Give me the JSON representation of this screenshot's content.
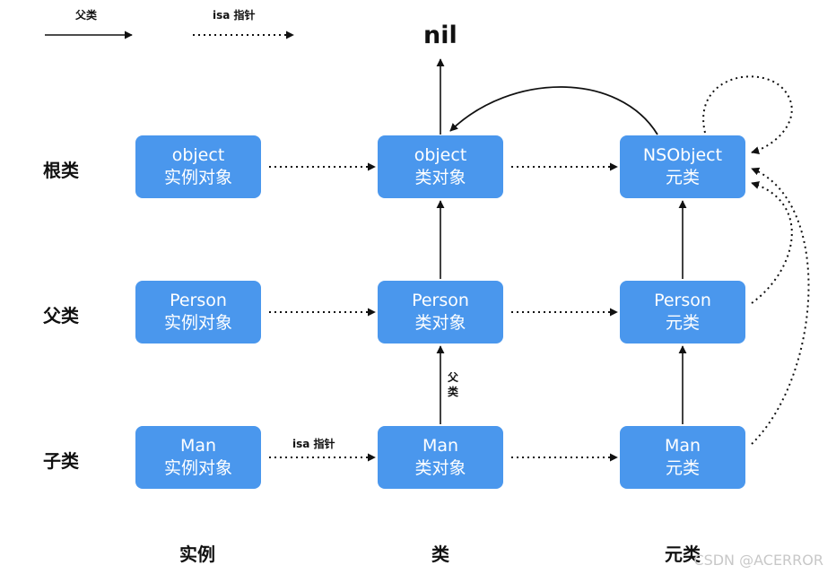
{
  "legend": {
    "superclass": "父类",
    "isa_pointer": "isa 指针"
  },
  "nil": "nil",
  "rows": {
    "root": "根类",
    "superclass": "父类",
    "subclass": "子类"
  },
  "columns": {
    "instance": "实例",
    "class": "类",
    "metaclass": "元类"
  },
  "nodes": {
    "root_instance": {
      "line1": "object",
      "line2": "实例对象"
    },
    "root_class": {
      "line1": "object",
      "line2": "类对象"
    },
    "root_meta": {
      "line1": "NSObject",
      "line2": "元类"
    },
    "person_instance": {
      "line1": "Person",
      "line2": "实例对象"
    },
    "person_class": {
      "line1": "Person",
      "line2": "类对象"
    },
    "person_meta": {
      "line1": "Person",
      "line2": "元类"
    },
    "man_instance": {
      "line1": "Man",
      "line2": "实例对象"
    },
    "man_class": {
      "line1": "Man",
      "line2": "类对象"
    },
    "man_meta": {
      "line1": "Man",
      "line2": "元类"
    }
  },
  "edge_labels": {
    "isa": "isa 指针",
    "superclass": "父类"
  },
  "watermark": "CSDN @ACERROR",
  "colors": {
    "node_fill": "#4a97ed",
    "node_text": "#ffffff",
    "line": "#111111"
  }
}
